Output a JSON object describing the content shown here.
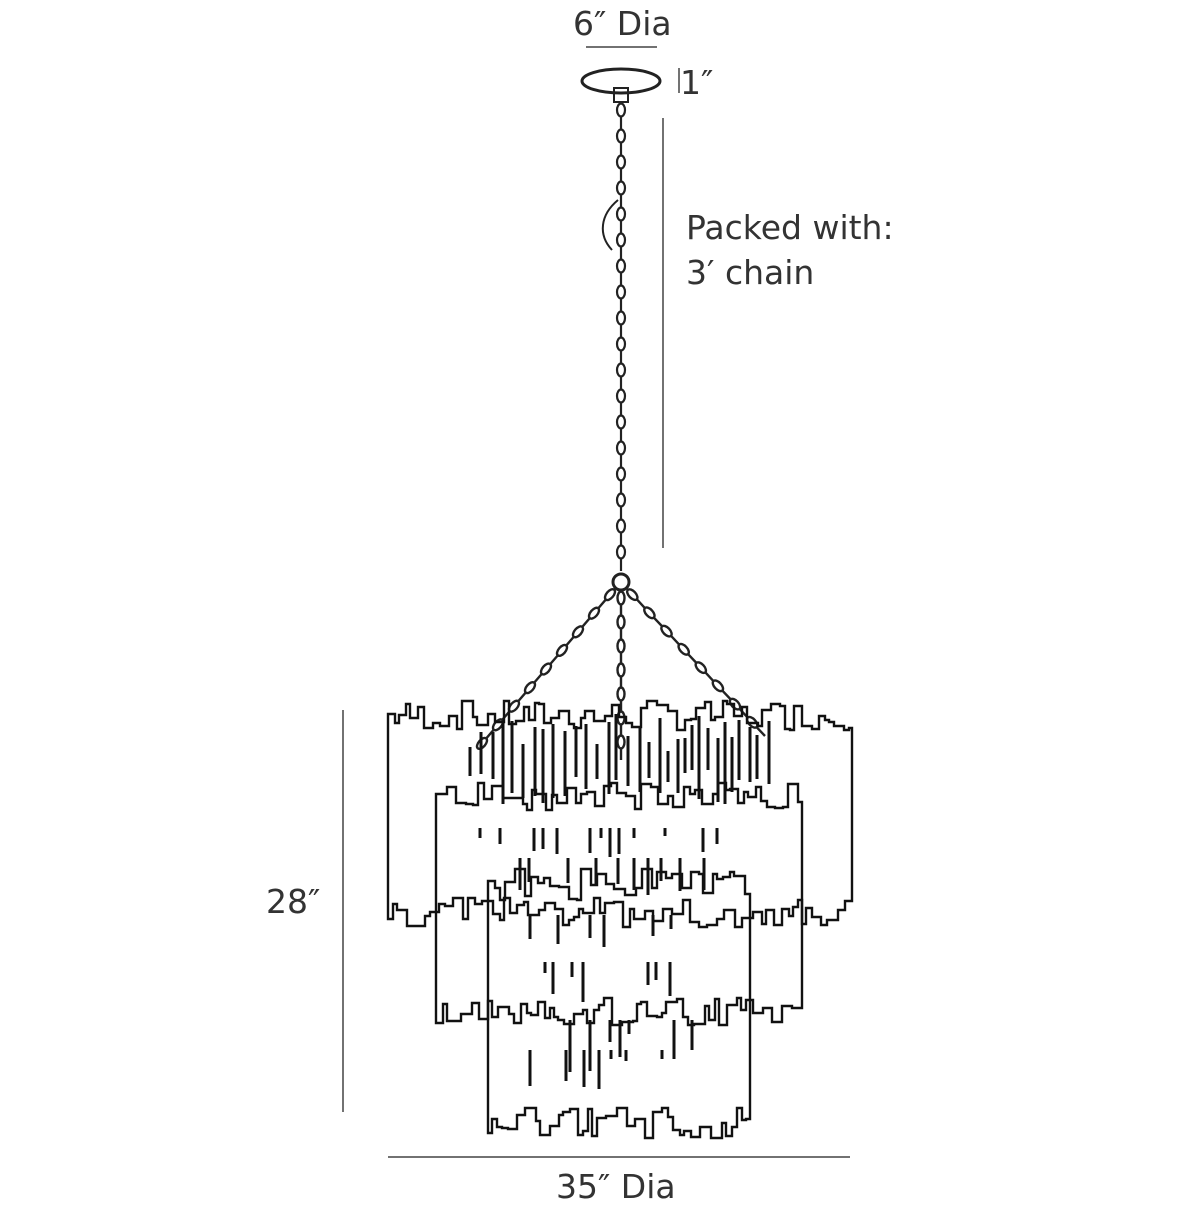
{
  "dimensions": {
    "canopy_diameter": "6″ Dia",
    "canopy_height": "1″",
    "chain_note_line1": "Packed with:",
    "chain_note_line2": "3′ chain",
    "overall_height": "28″",
    "overall_diameter": "35″ Dia"
  },
  "colors": {
    "line": "#222222",
    "text": "#333333",
    "background": "#ffffff"
  }
}
